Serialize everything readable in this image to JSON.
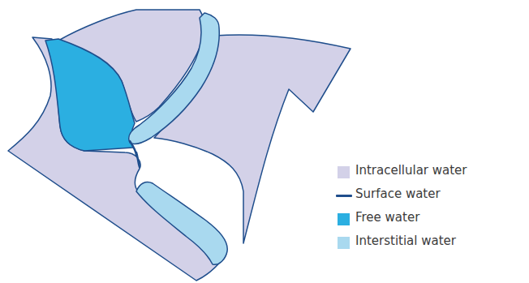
{
  "diagram": {
    "legend": [
      {
        "text": "Intracellular water",
        "color": "#d3d1e8"
      },
      {
        "text": "Surface water"
      },
      {
        "text": "Free water",
        "color": "#2bafe1"
      },
      {
        "text": "Interstitial water",
        "color": "#a9d9ef"
      }
    ]
  }
}
